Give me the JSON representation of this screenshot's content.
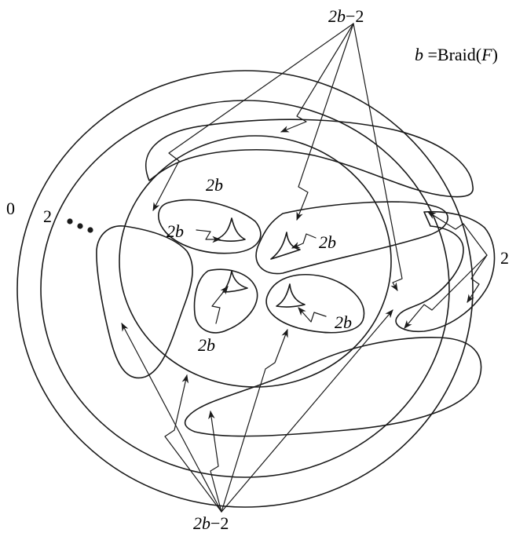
{
  "labels": {
    "top_count": "2b−2",
    "bottom_count": "2b−2",
    "legend_var": "b",
    "legend_eq": " =Braid(",
    "legend_arg": "F",
    "legend_close": ")",
    "region_top": "2b",
    "region_left": "2b",
    "region_right": "2b",
    "region_bottom_left": "2b",
    "region_bottom_right": "2b",
    "outer_zero": "0",
    "outer_two": "2",
    "right_two": "2"
  },
  "colors": {
    "ink": "#1a1a1a",
    "background": "#ffffff"
  }
}
